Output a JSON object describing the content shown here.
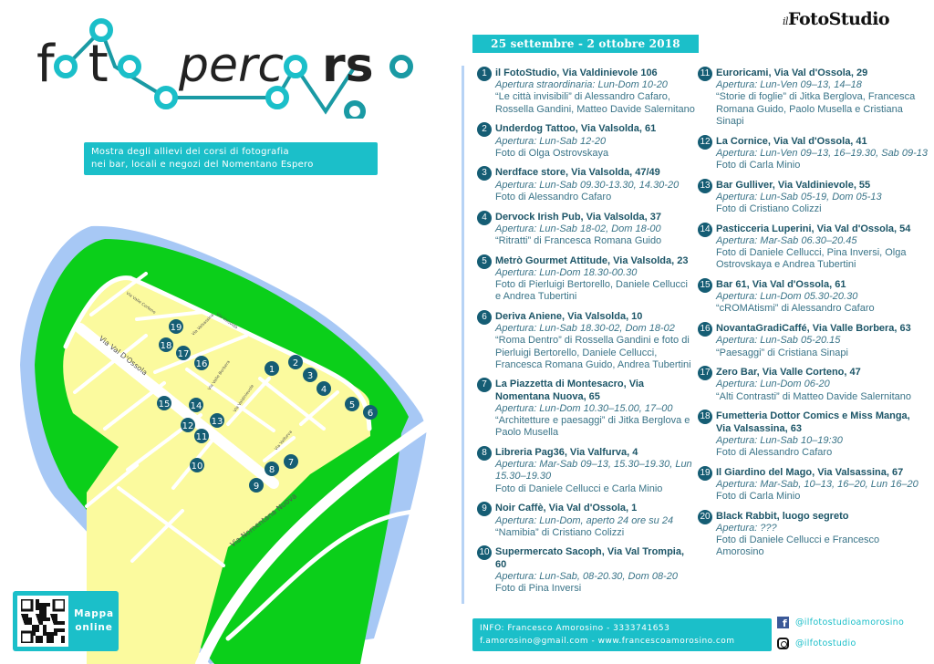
{
  "title": {
    "word1": "foto",
    "word2": "percorso"
  },
  "subtitle": [
    "Mostra degli allievi dei corsi di fotografia",
    "nei bar, locali e negozi del Nomentano Espero"
  ],
  "brand": {
    "pre": "il",
    "name": "FotoStudio"
  },
  "date": "25 settembre - 2 ottobre 2018",
  "entries": [
    {
      "n": "1",
      "name": "il FotoStudio, Via Valdinievole 106",
      "hours": "Apertura straordinaria: Lun-Dom 10-20",
      "desc": "“Le città invisibili” di Alessandro Cafaro, Rossella Gandini, Matteo Davide Salernitano"
    },
    {
      "n": "2",
      "name": "Underdog Tattoo, Via Valsolda, 61",
      "hours": "Apertura: Lun-Sab 12-20",
      "desc": "Foto di Olga Ostrovskaya"
    },
    {
      "n": "3",
      "name": "Nerdface store, Via Valsolda, 47/49",
      "hours": "Apertura: Lun-Sab 09.30-13.30, 14.30-20",
      "desc": "Foto di Alessandro Cafaro"
    },
    {
      "n": "4",
      "name": "Dervock Irish Pub, Via Valsolda, 37",
      "hours": "Apertura: Lun-Sab 18-02, Dom 18-00",
      "desc": "“Ritratti” di Francesca Romana Guido"
    },
    {
      "n": "5",
      "name": "Metrò Gourmet Attitude, Via Valsolda, 23",
      "hours": "Apertura: Lun-Dom 18.30-00.30",
      "desc": "Foto di Pierluigi Bertorello, Daniele Cellucci e Andrea Tubertini"
    },
    {
      "n": "6",
      "name": "Deriva Aniene, Via Valsolda, 10",
      "hours": "Apertura: Lun-Sab 18.30-02, Dom 18-02",
      "desc": "“Roma Dentro” di Rossella Gandini e foto di Pierluigi Bertorello, Daniele Cellucci, Francesca Romana Guido, Andrea Tubertini"
    },
    {
      "n": "7",
      "name": "La Piazzetta di Montesacro, Via Nomentana Nuova, 65",
      "hours": "Apertura: Lun-Dom 10.30–15.00, 17–00",
      "desc": "“Architetture e paesaggi” di Jitka Berglova e Paolo Musella"
    },
    {
      "n": "8",
      "name": "Libreria Pag36, Via Valfurva, 4",
      "hours": "Apertura: Mar-Sab 09–13, 15.30–19.30, Lun 15.30–19.30",
      "desc": "Foto di Daniele Cellucci e Carla Minio"
    },
    {
      "n": "9",
      "name": "Noir Caffè, Via Val d'Ossola, 1",
      "hours": "Apertura: Lun-Dom, aperto 24 ore su 24",
      "desc": "“Namibia” di Cristiano Colizzi"
    },
    {
      "n": "10",
      "name": "Supermercato Sacoph, Via Val Trompia, 60",
      "hours": "Apertura: Lun-Sab, 08-20.30, Dom 08-20",
      "desc": "Foto di Pina Inversi"
    },
    {
      "n": "11",
      "name": "Euroricami, Via Val d'Ossola, 29",
      "hours": "Apertura: Lun-Ven 09–13, 14–18",
      "desc": "“Storie di foglie” di Jitka Berglova, Francesca Romana Guido, Paolo Musella e Cristiana Sinapi"
    },
    {
      "n": "12",
      "name": "La Cornice, Via Val d'Ossola, 41",
      "hours": "Apertura: Lun-Ven 09–13, 16–19.30, Sab 09-13",
      "desc": "Foto di Carla Minio"
    },
    {
      "n": "13",
      "name": "Bar Gulliver, Via Valdinievole, 55",
      "hours": "Apertura: Lun-Sab 05-19, Dom 05-13",
      "desc": "Foto di Cristiano Colizzi"
    },
    {
      "n": "14",
      "name": "Pasticceria Luperini, Via Val d'Ossola, 54",
      "hours": "Apertura: Mar-Sab 06.30–20.45",
      "desc": "Foto di Daniele Cellucci, Pina Inversi, Olga Ostrovskaya e Andrea Tubertini"
    },
    {
      "n": "15",
      "name": "Bar 61, Via Val d'Ossola, 61",
      "hours": "Apertura: Lun-Dom 05.30-20.30",
      "desc": "“cROMAtismi” di Alessandro Cafaro"
    },
    {
      "n": "16",
      "name": "NovantaGradiCaffé, Via Valle Borbera, 63",
      "hours": "Apertura: Lun-Sab 05-20.15",
      "desc": "“Paesaggi” di Cristiana Sinapi"
    },
    {
      "n": "17",
      "name": "Zero Bar, Via Valle Corteno, 47",
      "hours": "Apertura: Lun-Dom 06-20",
      "desc": "“Alti Contrasti” di Matteo Davide Salernitano"
    },
    {
      "n": "18",
      "name": "Fumetteria Dottor Comics e Miss Manga, Via Valsassina, 63",
      "hours": "Apertura: Lun-Sab 10–19:30",
      "desc": "Foto di Alessandro Cafaro"
    },
    {
      "n": "19",
      "name": "Il Giardino del Mago, Via Valsassina, 67",
      "hours": "Apertura: Mar-Sab, 10–13, 16–20, Lun 16–20",
      "desc": "Foto di Carla Minio"
    },
    {
      "n": "20",
      "name": "Black Rabbit, luogo segreto",
      "hours": "Apertura: ???",
      "desc": "Foto di Daniele Cellucci e Francesco Amorosino"
    }
  ],
  "map": {
    "streets": [
      "Via Val D'Ossola",
      "Via Nomentana Nuova",
      "Via Valle Corteno",
      "Via Valsassina",
      "Via Valsolda",
      "Via Valle Borbera",
      "Via Valdinievole",
      "Via Valfurva"
    ],
    "markers": [
      "1",
      "2",
      "3",
      "4",
      "5",
      "6",
      "7",
      "8",
      "9",
      "10",
      "11",
      "12",
      "13",
      "14",
      "15",
      "16",
      "17",
      "18",
      "19"
    ]
  },
  "qr": {
    "label1": "Mappa",
    "label2": "online"
  },
  "info": [
    "INFO: Francesco Amorosino - 3333741653",
    "f.amorosino@gmail.com - www.francescoamorosino.com"
  ],
  "social": {
    "facebook": "@ilfotostudioamorosino",
    "instagram": "@ilfotostudio"
  },
  "colors": {
    "teal": "#1bbfc9",
    "dark_teal": "#155d74",
    "green": "#0bcf1a",
    "water": "#a7c8f5",
    "district": "#fbfa9e"
  }
}
